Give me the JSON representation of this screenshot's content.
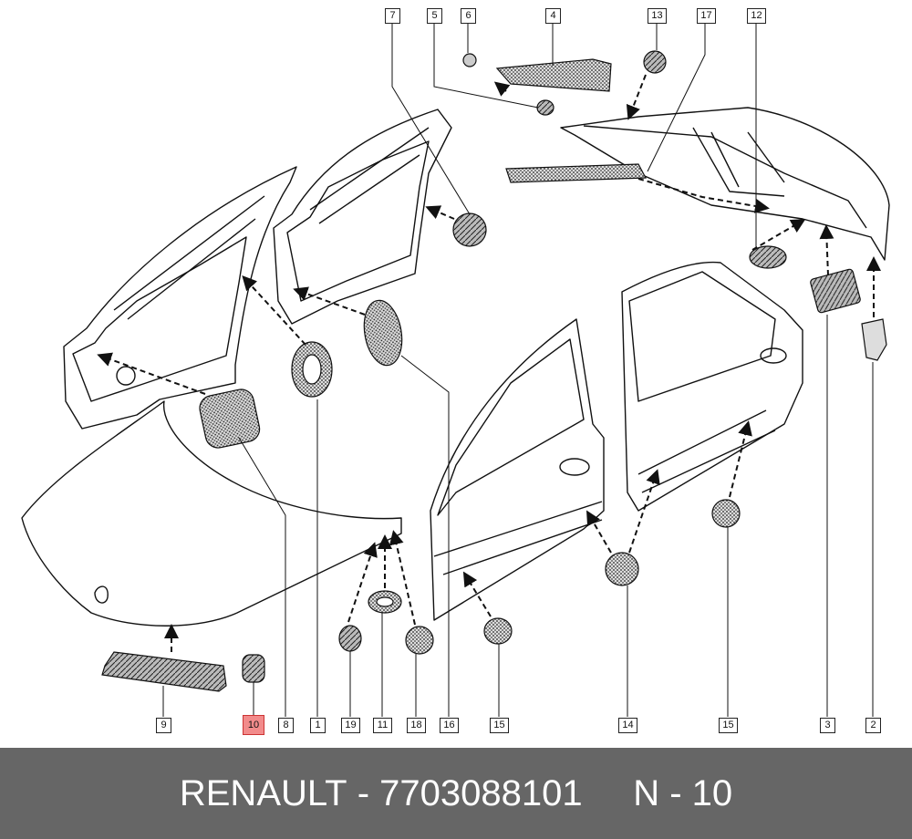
{
  "diagram": {
    "callouts": [
      {
        "id": "c7",
        "label": "7"
      },
      {
        "id": "c5",
        "label": "5"
      },
      {
        "id": "c6",
        "label": "6"
      },
      {
        "id": "c4",
        "label": "4"
      },
      {
        "id": "c13",
        "label": "13"
      },
      {
        "id": "c17",
        "label": "17"
      },
      {
        "id": "c12",
        "label": "12"
      },
      {
        "id": "c9",
        "label": "9"
      },
      {
        "id": "c10",
        "label": "10",
        "highlight": true
      },
      {
        "id": "c8",
        "label": "8"
      },
      {
        "id": "c1",
        "label": "1"
      },
      {
        "id": "c19",
        "label": "19"
      },
      {
        "id": "c11",
        "label": "11"
      },
      {
        "id": "c18",
        "label": "18"
      },
      {
        "id": "c16",
        "label": "16"
      },
      {
        "id": "c15a",
        "label": "15"
      },
      {
        "id": "c14",
        "label": "14"
      },
      {
        "id": "c15b",
        "label": "15"
      },
      {
        "id": "c3",
        "label": "3"
      },
      {
        "id": "c2",
        "label": "2"
      }
    ],
    "highlight_color": "#f28b8b"
  },
  "footer": {
    "brand": "RENAULT",
    "part_number": "7703088101",
    "position": "N - 10",
    "background": "#666666"
  }
}
